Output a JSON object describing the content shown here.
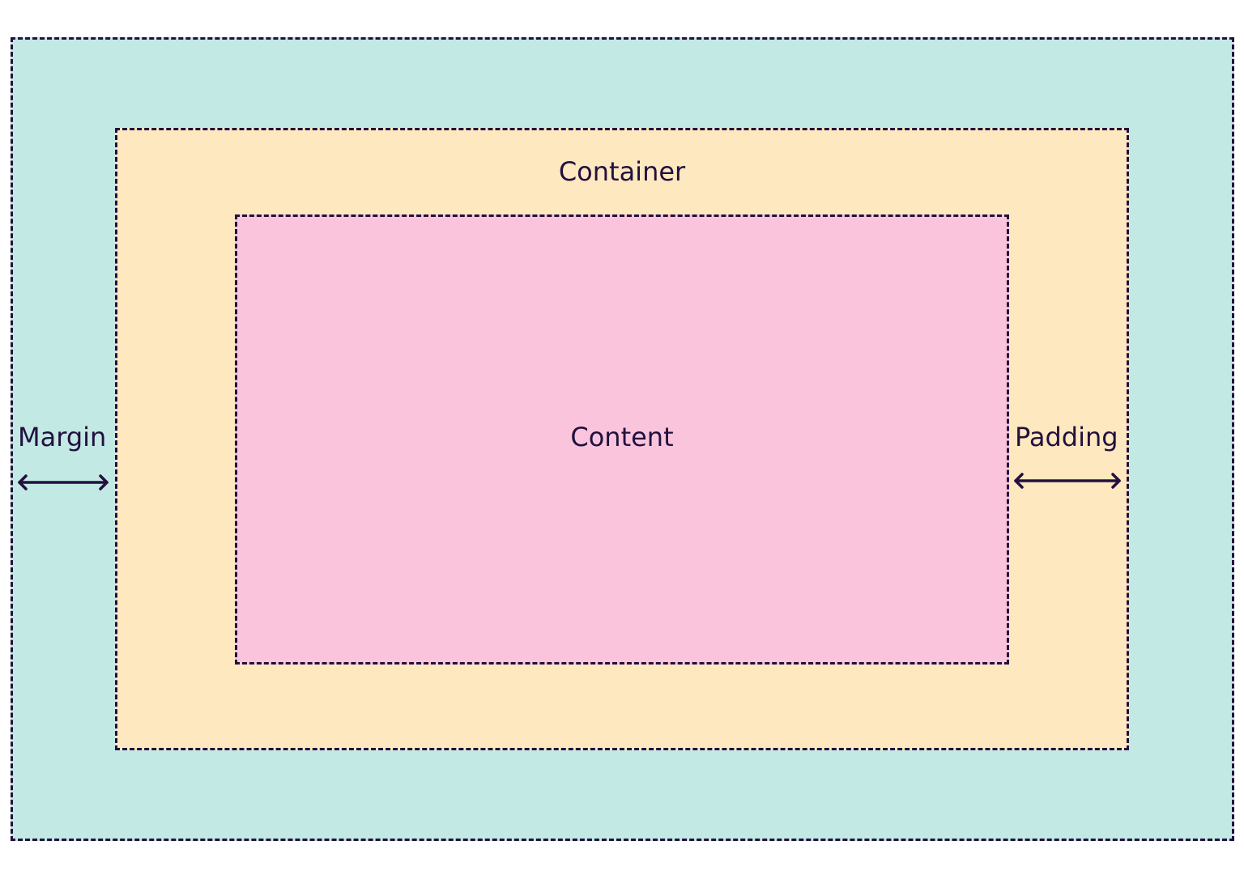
{
  "diagram": {
    "margin_label": "Margin",
    "container_label": "Container",
    "content_label": "Content",
    "padding_label": "Padding"
  },
  "colors": {
    "margin_fill": "#c2e9e3",
    "container_fill": "#fde8bf",
    "content_fill": "#fac5dc",
    "stroke": "#22103f"
  },
  "icons": {
    "margin_arrow": "double-arrow-horizontal-icon",
    "padding_arrow": "double-arrow-horizontal-icon"
  }
}
